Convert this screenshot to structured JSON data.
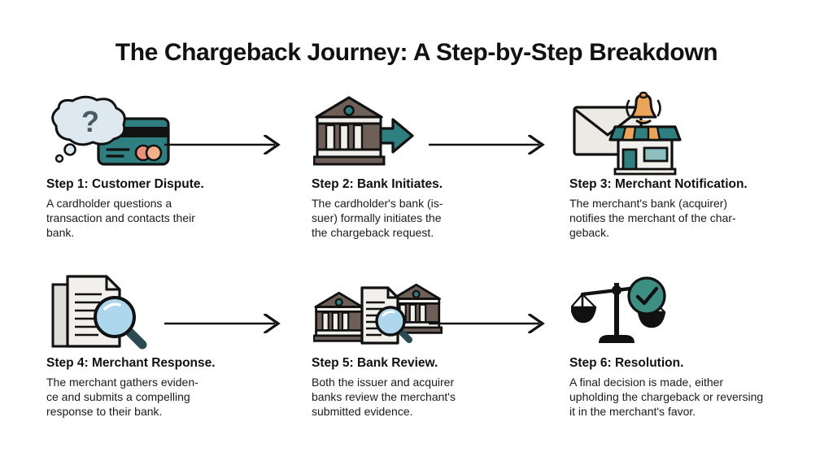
{
  "page": {
    "title": "The Chargeback Journey: A Step-by-Step Breakdown",
    "background": "#ffffff"
  },
  "colors": {
    "teal": "#2f7f80",
    "teal_dark": "#225f61",
    "teal_check": "#3d8f84",
    "orange": "#eaa55a",
    "peach": "#f0b089",
    "salmon": "#e8927c",
    "paper": "#e8e6e1",
    "paper_light": "#f2f0ec",
    "roof": "#6e6058",
    "lens": "#aed6ec",
    "bubble": "#dde8ef",
    "outline": "#111111",
    "text": "#111111"
  },
  "steps": [
    {
      "id": "step-1",
      "icon": "thought-bubble-credit-card-icon",
      "title": "Step 1: Customer Dispute.",
      "description": "A cardholder questions a\ntransaction and contacts their\nbank."
    },
    {
      "id": "step-2",
      "icon": "bank-arrow-icon",
      "title": "Step 2: Bank Initiates.",
      "description": "The cardholder's bank (is-\n suer) formally initiates the\nthe chargeback request."
    },
    {
      "id": "step-3",
      "icon": "envelope-storefront-bell-icon",
      "title": "Step 3: Merchant Notification.",
      "description": "The merchant's bank (acquirer)\nnotifies the merchant of the char-\ngeback."
    },
    {
      "id": "step-4",
      "icon": "documents-magnifier-icon",
      "title": "Step 4: Merchant Response.",
      "description": "The merchant gathers eviden-\nce and submits a compelling\nresponse to their bank."
    },
    {
      "id": "step-5",
      "icon": "two-banks-document-magnifier-icon",
      "title": "Step 5: Bank Review.",
      "description": "Both the issuer and acquirer\nbanks review the merchant's\nsubmitted evidence."
    },
    {
      "id": "step-6",
      "icon": "balance-scales-check-icon",
      "title": "Step 6: Resolution.",
      "description": "A final decision is made, either\nupholding the chargeback or reversing\nit in the merchant's favor."
    }
  ],
  "arrows": [
    {
      "id": "arrow-1-to-2",
      "direction": "right"
    },
    {
      "id": "arrow-2-to-3",
      "direction": "right"
    },
    {
      "id": "arrow-4-to-5",
      "direction": "right"
    },
    {
      "id": "arrow-5-to-6",
      "direction": "right"
    }
  ]
}
